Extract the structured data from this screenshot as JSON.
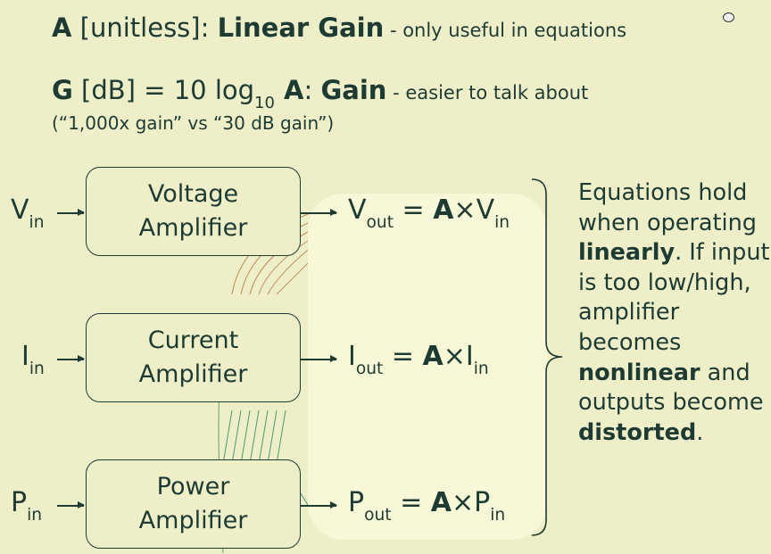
{
  "line1": {
    "symbol": "A",
    "unit": " [unitless]: ",
    "name": "Linear Gain",
    "note": " - only useful in equations"
  },
  "line2": {
    "symbol": "G",
    "unit": " [dB] = 10 log",
    "sub": "10",
    "symbol2": " A",
    "colon": ": ",
    "name": "Gain",
    "note": " - easier to talk about"
  },
  "paren": "(“1,000x gain” vs “30 dB gain”)",
  "amplifiers": [
    {
      "input": "V",
      "in_sub": "in",
      "line1": "Voltage",
      "line2": "Amplifier",
      "out": "V",
      "out_sub": "out",
      "eq": " = ",
      "gain": "A",
      "times": "×",
      "in2": "V",
      "in2_sub": "in"
    },
    {
      "input": "I",
      "in_sub": "in",
      "line1": "Current",
      "line2": "Amplifier",
      "out": "I",
      "out_sub": "out",
      "eq": " = ",
      "gain": "A",
      "times": "×",
      "in2": "I",
      "in2_sub": "in"
    },
    {
      "input": "P",
      "in_sub": "in",
      "line1": "Power",
      "line2": "Amplifier",
      "out": "P",
      "out_sub": "out",
      "eq": " = ",
      "gain": "A",
      "times": "×",
      "in2": "P",
      "in2_sub": "in"
    }
  ],
  "note": {
    "p1": "Equations hold when operating ",
    "b1": "linearly",
    "p2": ". If input is too low/high, amplifier becomes ",
    "b2": "nonlinear",
    "p3": " and outputs become ",
    "b3": "distorted",
    "p4": "."
  }
}
